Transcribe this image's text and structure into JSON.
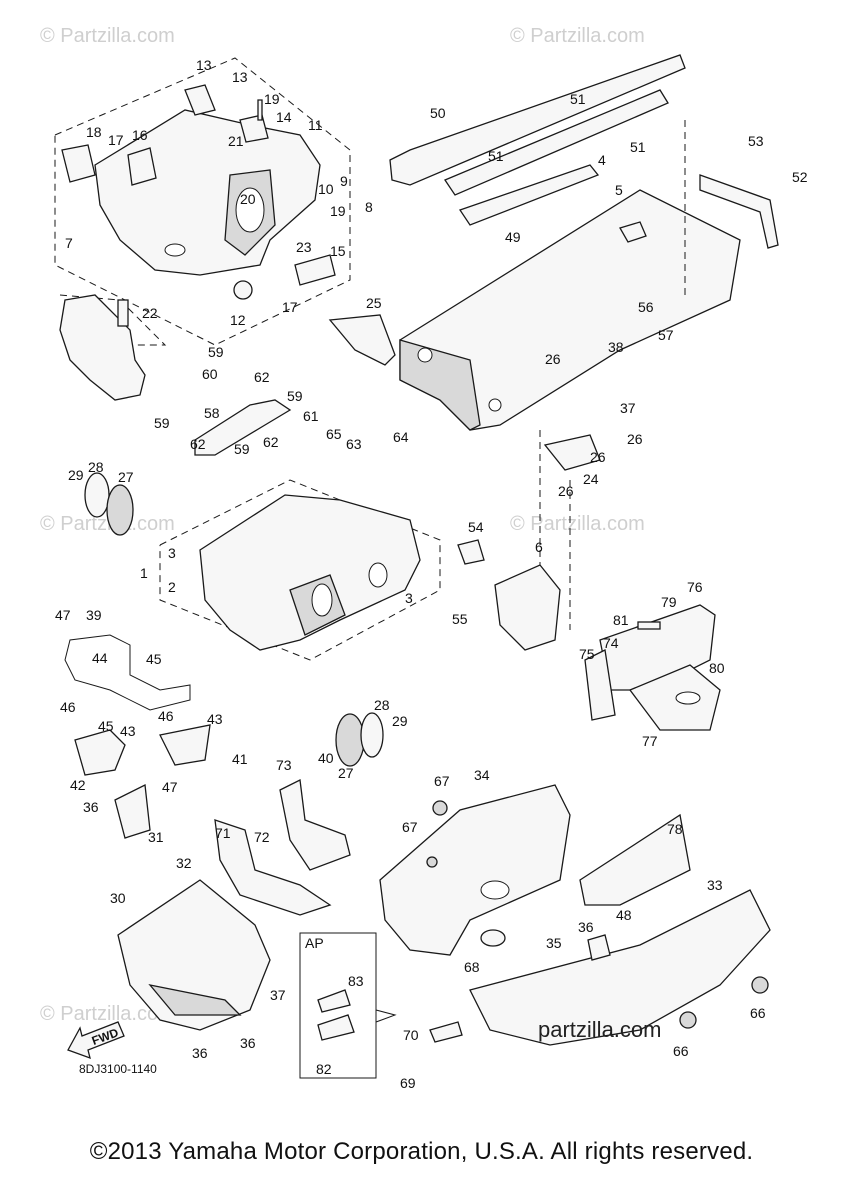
{
  "watermark": "© Partzilla.com",
  "brand_watermark": "partzilla.com",
  "diagram_code": "8DJ3100-1140",
  "fwd_label": "FWD",
  "ap_box_label": "AP",
  "copyright": "©2013 Yamaha Motor Corporation, U.S.A. All rights reserved.",
  "callouts": [
    "1",
    "2",
    "3",
    "3",
    "4",
    "5",
    "6",
    "7",
    "8",
    "9",
    "10",
    "11",
    "12",
    "13",
    "13",
    "14",
    "15",
    "16",
    "17",
    "17",
    "18",
    "19",
    "19",
    "20",
    "21",
    "22",
    "23",
    "24",
    "25",
    "26",
    "26",
    "26",
    "26",
    "27",
    "27",
    "28",
    "28",
    "29",
    "29",
    "30",
    "31",
    "32",
    "33",
    "34",
    "35",
    "36",
    "36",
    "36",
    "36",
    "37",
    "37",
    "38",
    "39",
    "40",
    "41",
    "42",
    "43",
    "43",
    "44",
    "45",
    "45",
    "46",
    "46",
    "47",
    "47",
    "48",
    "49",
    "50",
    "51",
    "51",
    "51",
    "52",
    "53",
    "54",
    "55",
    "56",
    "57",
    "58",
    "59",
    "59",
    "59",
    "59",
    "60",
    "61",
    "62",
    "62",
    "62",
    "63",
    "64",
    "65",
    "66",
    "66",
    "67",
    "67",
    "68",
    "69",
    "70",
    "71",
    "72",
    "73",
    "74",
    "75",
    "76",
    "77",
    "78",
    "79",
    "80",
    "81",
    "82",
    "83"
  ]
}
